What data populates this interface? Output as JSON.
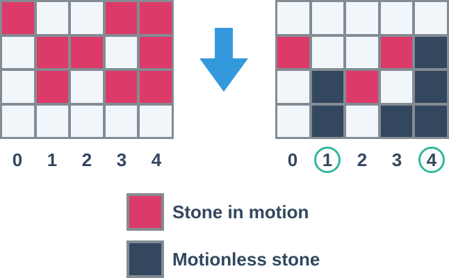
{
  "colors": {
    "moving": "#dc3a68",
    "stopped": "#33475f",
    "empty": "#f1f6fa",
    "border": "#838b93",
    "arrow": "#3499dc",
    "circle": "#2fb79c"
  },
  "before": {
    "rows": [
      [
        "moving",
        "empty",
        "empty",
        "moving",
        "moving"
      ],
      [
        "empty",
        "moving",
        "moving",
        "empty",
        "moving"
      ],
      [
        "empty",
        "moving",
        "empty",
        "moving",
        "moving"
      ],
      [
        "empty",
        "empty",
        "empty",
        "empty",
        "empty"
      ]
    ],
    "column_labels": [
      "0",
      "1",
      "2",
      "3",
      "4"
    ]
  },
  "after": {
    "rows": [
      [
        "empty",
        "empty",
        "empty",
        "empty",
        "empty"
      ],
      [
        "moving",
        "empty",
        "empty",
        "moving",
        "stopped"
      ],
      [
        "empty",
        "stopped",
        "moving",
        "empty",
        "stopped"
      ],
      [
        "empty",
        "stopped",
        "empty",
        "stopped",
        "stopped"
      ]
    ],
    "column_labels": [
      "0",
      "1",
      "2",
      "3",
      "4"
    ],
    "circled_columns": [
      1,
      4
    ]
  },
  "arrow_icon": "down-arrow-icon",
  "legend": {
    "moving_label": "Stone in motion",
    "stopped_label": "Motionless stone"
  }
}
